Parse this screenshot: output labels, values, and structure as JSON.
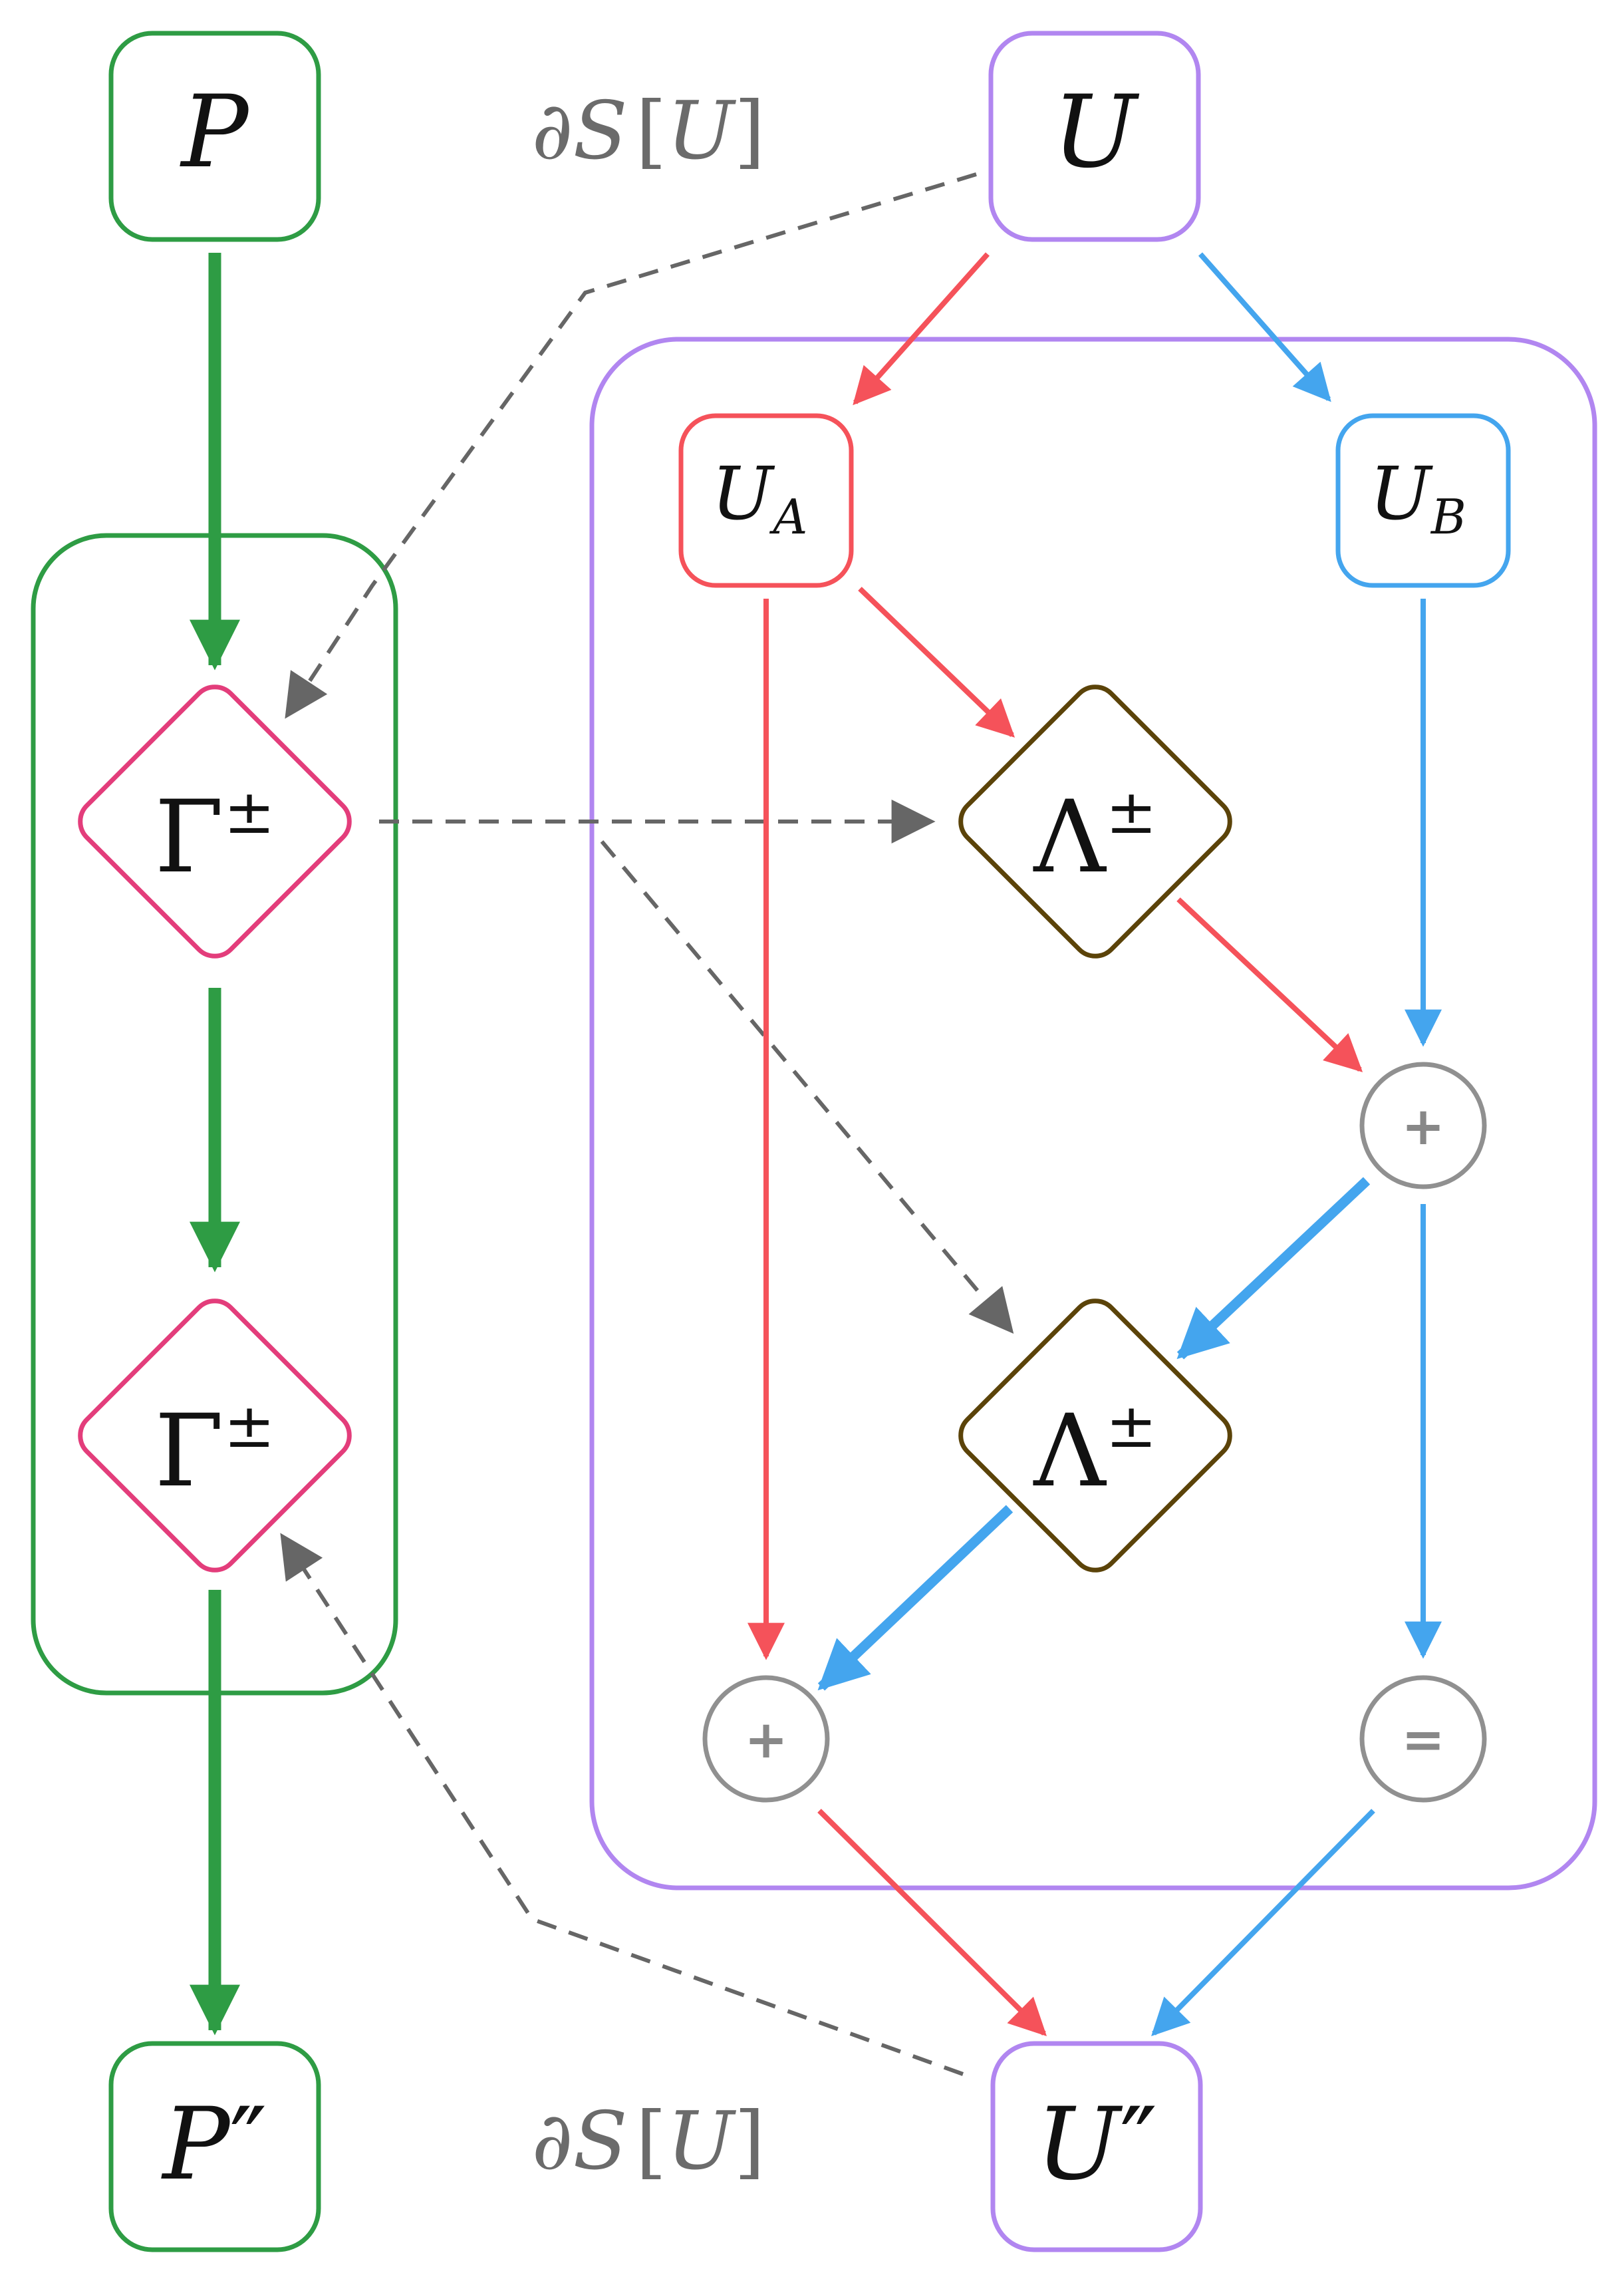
{
  "colors": {
    "green": "#2e9c44",
    "purple": "#b186f0",
    "red": "#f5525a",
    "blue": "#44a5ee",
    "pink": "#e33d7b",
    "brown": "#5b4309",
    "gray": "#666666",
    "light_gray": "#909090"
  },
  "nodes": {
    "P": {
      "main": "P",
      "prime": ""
    },
    "U": {
      "main": "U",
      "prime": ""
    },
    "UA": {
      "main": "U",
      "sub": "A"
    },
    "UB": {
      "main": "U",
      "sub": "B"
    },
    "gamma1": {
      "main": "Γ",
      "sup": "±"
    },
    "gamma2": {
      "main": "Γ",
      "sup": "±"
    },
    "lambda1": {
      "main": "Λ",
      "sup": "±"
    },
    "lambda2": {
      "main": "Λ",
      "sup": "±"
    },
    "plus1": {
      "symbol": "+"
    },
    "plus2": {
      "symbol": "+"
    },
    "equal": {
      "symbol": "="
    },
    "P2": {
      "main": "P",
      "prime": "″"
    },
    "U2": {
      "main": "U",
      "prime": "″"
    }
  },
  "annotations": {
    "top": {
      "partial": "∂",
      "S": "S",
      "lbr": "[",
      "U": "U",
      "rbr": "]"
    },
    "bottom": {
      "partial": "∂",
      "S": "S",
      "lbr": "[",
      "U": "U",
      "rbr": "]"
    }
  }
}
